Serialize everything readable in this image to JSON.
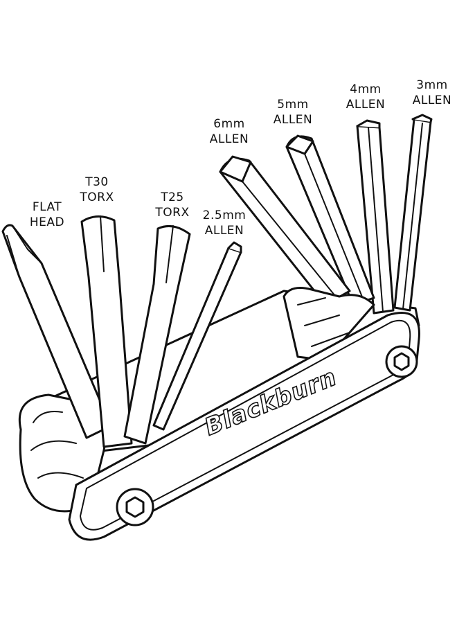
{
  "tools": [
    {
      "line1": "FLAT",
      "line2": "HEAD"
    },
    {
      "line1": "T30",
      "line2": "TORX"
    },
    {
      "line1": "T25",
      "line2": "TORX"
    },
    {
      "line1": "2.5mm",
      "line2": "ALLEN"
    },
    {
      "line1": "6mm",
      "line2": "ALLEN"
    },
    {
      "line1": "5mm",
      "line2": "ALLEN"
    },
    {
      "line1": "4mm",
      "line2": "ALLEN"
    },
    {
      "line1": "3mm",
      "line2": "ALLEN"
    }
  ],
  "brand": "Blackburn",
  "colors": {
    "ink": "#111111",
    "fill": "#ffffff",
    "shade": "#e9e9e9"
  }
}
